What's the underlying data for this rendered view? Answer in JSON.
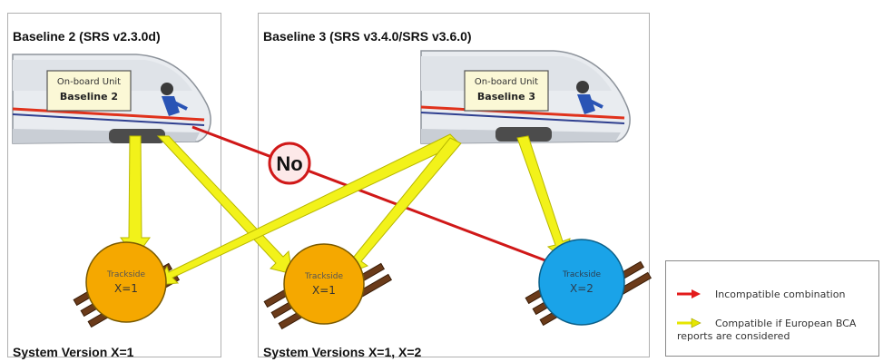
{
  "panels": {
    "baseline2": {
      "title": "Baseline 2 (SRS v2.3.0d)",
      "footer": "System Version X=1",
      "unit": {
        "line1": "On-board Unit",
        "line2": "Baseline 2"
      }
    },
    "baseline3": {
      "title": "Baseline 3 (SRS v3.4.0/SRS v3.6.0)",
      "footer": "System Versions X=1, X=2",
      "unit": {
        "line1": "On-board Unit",
        "line2": "Baseline 3"
      }
    }
  },
  "tracksides": [
    {
      "label": "Trackside",
      "value": "X=1",
      "color": "#f5a800"
    },
    {
      "label": "Trackside",
      "value": "X=1",
      "color": "#f5a800"
    },
    {
      "label": "Trackside",
      "value": "X=2",
      "color": "#1aa3e8"
    }
  ],
  "no_badge": "No",
  "legend": {
    "incompatible": "Incompatible combination",
    "compatible_line1": "Compatible if European BCA",
    "compatible_line2": "reports are considered",
    "red_color": "#e31b1b",
    "yellow_color": "#f2f21a"
  }
}
